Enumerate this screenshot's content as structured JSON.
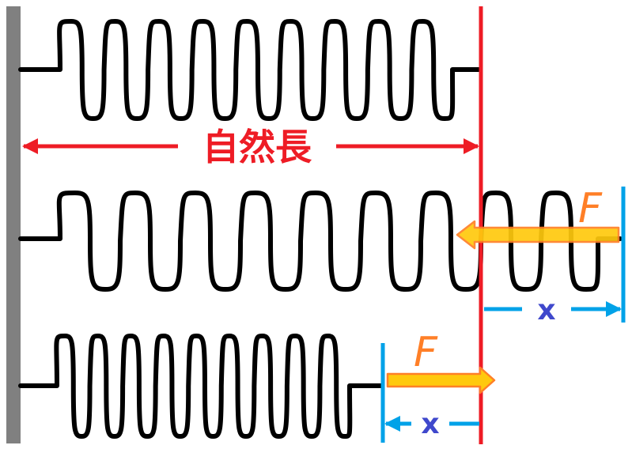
{
  "labels": {
    "natural_length": "自然長",
    "force_stretched": "F",
    "displacement_stretched": "x",
    "force_compressed": "F",
    "displacement_compressed": "x"
  },
  "springs": [
    {
      "state": "natural",
      "coils": 9
    },
    {
      "state": "stretched",
      "coils": 9
    },
    {
      "state": "compressed",
      "coils": 9
    }
  ],
  "colors": {
    "wall": "#808080",
    "spring": "#000000",
    "natural_line": "#ee1c25",
    "force_fill": "#ffc90e",
    "force_outline": "#ff7f27",
    "force_text": "#ff7f27",
    "displacement_line": "#00a2e8",
    "displacement_text": "#3f48cc"
  }
}
